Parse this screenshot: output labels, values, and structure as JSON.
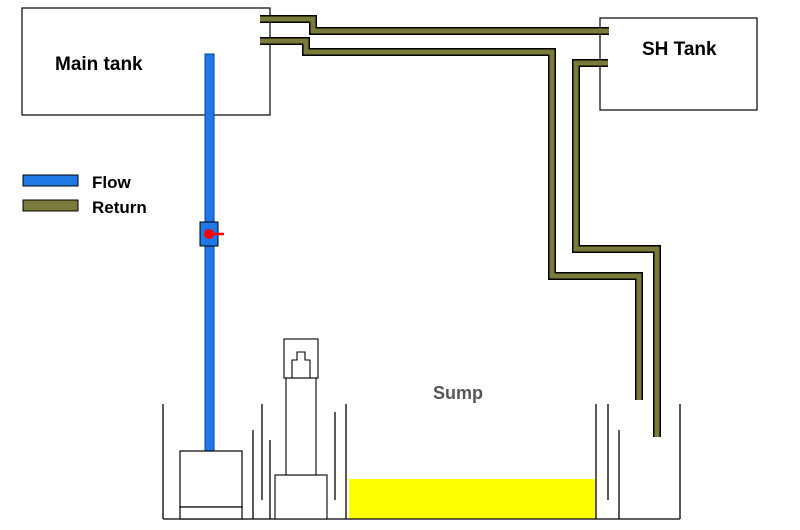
{
  "tanks": {
    "main_label": "Main tank",
    "sh_label": "SH Tank",
    "sump_label": "Sump"
  },
  "legend": {
    "flow_label": "Flow",
    "return_label": "Return"
  },
  "colors": {
    "flow": "#1e78e6",
    "return": "#7a7a3a",
    "water": "#ffff00",
    "valve_handle": "#ff0000",
    "outline": "#000000"
  }
}
